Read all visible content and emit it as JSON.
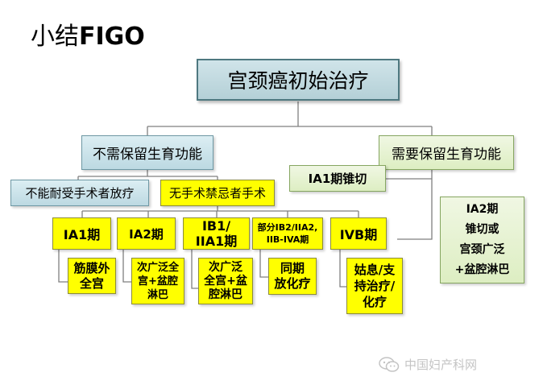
{
  "title": {
    "prefix": "小结",
    "suffix": "FIGO"
  },
  "root": "宫颈癌初始治疗",
  "no_fertility": {
    "label": "不需保留生育功能",
    "unfit": "不能耐受手术者放疗",
    "surgery": "无手术禁忌者手术",
    "stages": [
      {
        "stage": "IA1期",
        "treatment": "筋膜外\n全宫"
      },
      {
        "stage": "IA2期",
        "treatment": "次广泛全\n宫+盆腔\n淋巴"
      },
      {
        "stage": "IB1/\nIIA1期",
        "treatment": "次广泛\n全宫+盆\n腔淋巴"
      },
      {
        "stage": "部分IB2/IIA2,\nIIB-IVA期",
        "treatment": "同期\n放化疗"
      },
      {
        "stage": "IVB期",
        "treatment": "姑息/支\n持治疗/\n化疗"
      }
    ]
  },
  "fertility": {
    "label": "需要保留生育功能",
    "ia1": "IA1期锥切",
    "ia2": "IA2期\n锥切或\n宫颈广泛\n+盆腔淋巴"
  },
  "watermark": "中国妇产科网",
  "colors": {
    "root_fill": "#c3dbe1",
    "blue_fill": "#cce4eb",
    "green_fill": "#e6f2d2",
    "yellow_fill": "#ffff00",
    "line": "#7f7f7f"
  }
}
